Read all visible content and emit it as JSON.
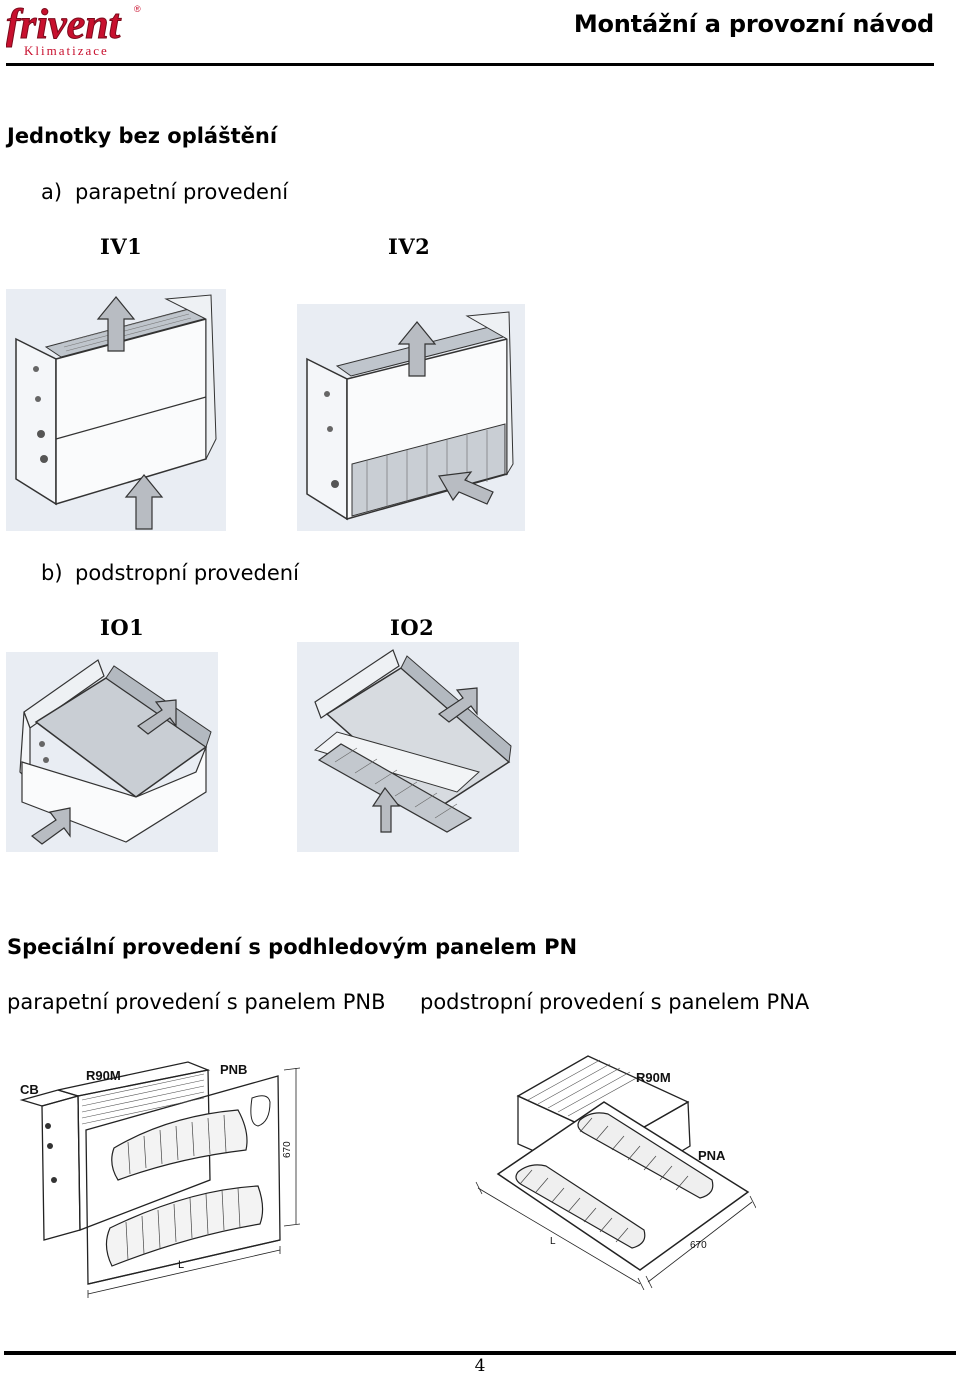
{
  "header": {
    "logo_text": "frivent",
    "logo_sub": "Klimatizace",
    "title": "Montážní a provozní návod"
  },
  "section1": {
    "heading": "Jednotky bez opláštění",
    "parapet": {
      "marker": "a)",
      "label": "parapetní provedení",
      "codes": [
        "IV1",
        "IV2"
      ]
    },
    "ceiling": {
      "marker": "b)",
      "label": "podstropní provedení",
      "codes": [
        "IO1",
        "IO2"
      ]
    }
  },
  "section2": {
    "heading": "Speciální provedení s podhledovým panelem PN",
    "caption_left": "parapetní provedení s panelem PNB",
    "caption_right": "podstropní provedení s panelem PNA",
    "left_drawing": {
      "labels": [
        "CB",
        "R90M",
        "PNB",
        "670",
        "L"
      ]
    },
    "right_drawing": {
      "labels": [
        "R90M",
        "PNA",
        "L",
        "670"
      ]
    }
  },
  "footer": {
    "page": "4"
  }
}
